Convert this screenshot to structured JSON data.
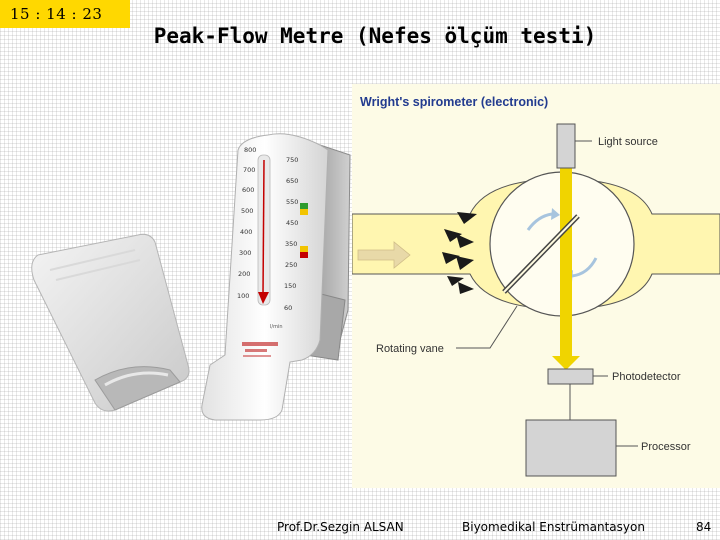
{
  "clock": "15 : 14 : 23",
  "title": "Peak-Flow Metre (Nefes ölçüm testi)",
  "meter": {
    "left_scale": [
      "800",
      "700",
      "600",
      "500",
      "400",
      "300",
      "200",
      "100"
    ],
    "right_scale": [
      "750",
      "650",
      "550",
      "450",
      "350",
      "250",
      "150",
      "60"
    ],
    "unit": "l/min"
  },
  "diagram": {
    "title": "Wright's spirometer (electronic)",
    "labels": {
      "light_source": "Light source",
      "rotating_vane": "Rotating vane",
      "photodetector": "Photodetector",
      "processor": "Processor"
    },
    "colors": {
      "background": "#fdfbe6",
      "airflow": "#fff6b0",
      "beam": "#f0d400",
      "title": "#223b8f"
    }
  },
  "footer": {
    "author": "Prof.Dr.Sezgin ALSAN",
    "course": "Biyomedikal Enstrümantasyon",
    "page": "84"
  }
}
